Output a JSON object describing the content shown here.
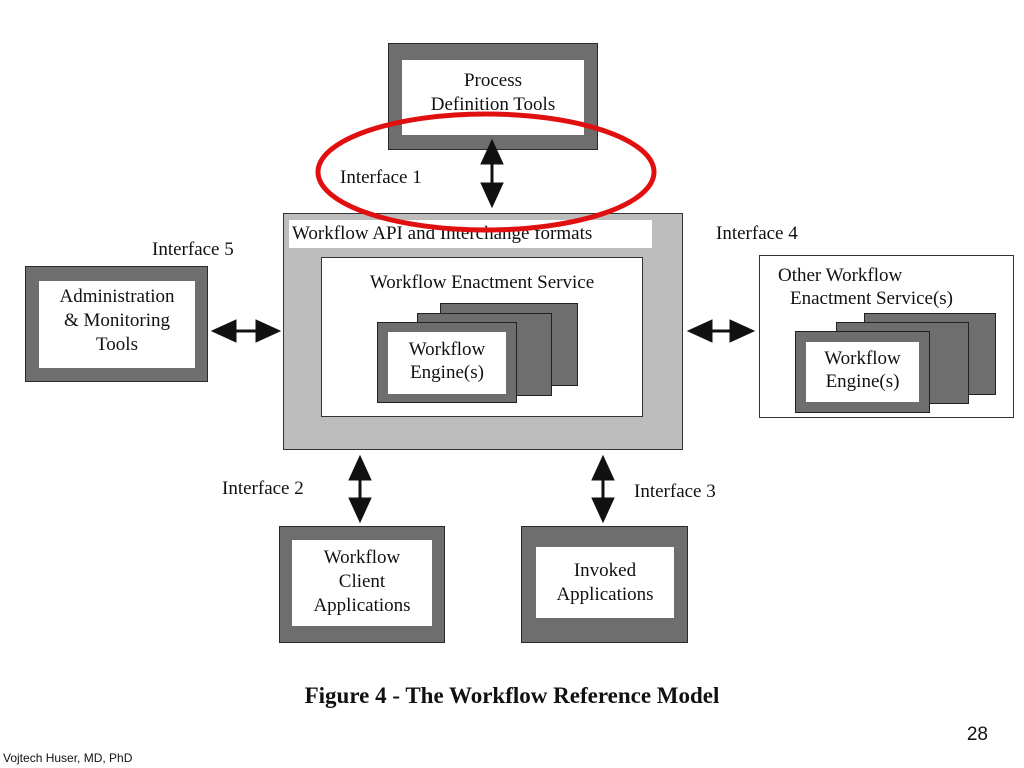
{
  "diagram": {
    "process_definition": {
      "lines": [
        "Process",
        "Definition Tools"
      ]
    },
    "interfaces": {
      "i1": "Interface 1",
      "i2": "Interface 2",
      "i3": "Interface 3",
      "i4": "Interface 4",
      "i5": "Interface 5"
    },
    "api_box": {
      "title": "Workflow API and Interchange formats"
    },
    "enactment": {
      "title": "Workflow Enactment Service",
      "engine_lines": [
        "Workflow",
        "Engine(s)"
      ]
    },
    "admin": {
      "lines": [
        "Administration",
        "& Monitoring",
        "Tools"
      ]
    },
    "other": {
      "title_lines": [
        "Other Workflow",
        "Enactment Service(s)"
      ],
      "engine_lines": [
        "Workflow",
        "Engine(s)"
      ]
    },
    "client": {
      "lines": [
        "Workflow",
        "Client",
        "Applications"
      ]
    },
    "invoked": {
      "lines": [
        "Invoked",
        "Applications"
      ]
    },
    "highlight_color": "#e01010"
  },
  "caption": "Figure 4 - The Workflow Reference Model",
  "page_number": "28",
  "author": "Vojtech Huser, MD, PhD"
}
